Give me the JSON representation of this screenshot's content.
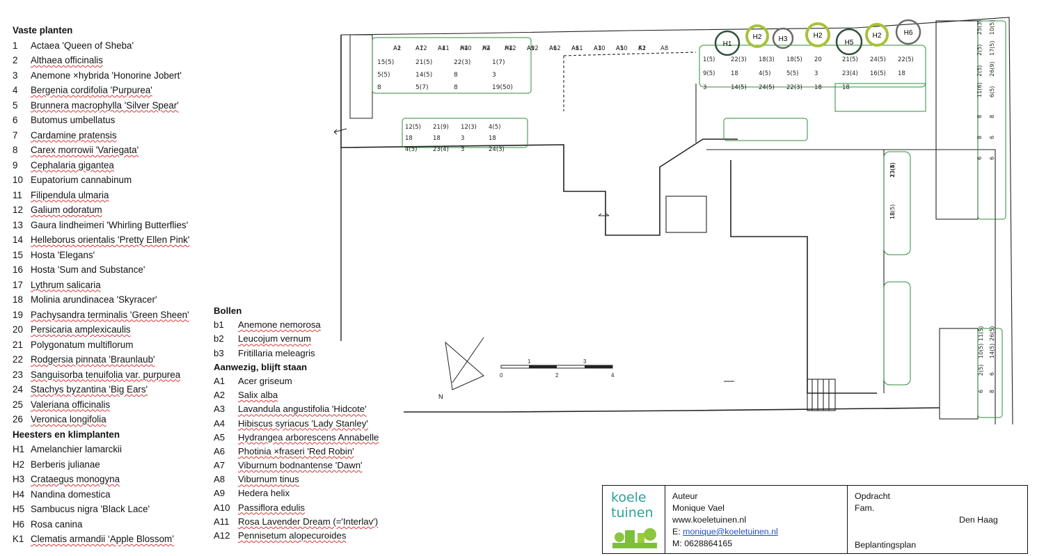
{
  "perennials": {
    "title": "Vaste planten",
    "items": [
      {
        "code": "1",
        "name": "Actaea 'Queen of Sheba'"
      },
      {
        "code": "2",
        "name": "Althaea officinalis"
      },
      {
        "code": "3",
        "name": "Anemone ×hybrida 'Honorine Jobert'"
      },
      {
        "code": "4",
        "name": "Bergenia cordifolia 'Purpurea'"
      },
      {
        "code": "5",
        "name": "Brunnera macrophylla 'Silver Spear'"
      },
      {
        "code": "6",
        "name": "Butomus umbellatus"
      },
      {
        "code": "7",
        "name": "Cardamine pratensis"
      },
      {
        "code": "8",
        "name": "Carex morrowii 'Variegata'"
      },
      {
        "code": "9",
        "name": "Cephalaria gigantea"
      },
      {
        "code": "10",
        "name": "Eupatorium cannabinum"
      },
      {
        "code": "11",
        "name": "Filipendula ulmaria"
      },
      {
        "code": "12",
        "name": "Galium odoratum"
      },
      {
        "code": "13",
        "name": "Gaura lindheimeri 'Whirling Butterflies'"
      },
      {
        "code": "14",
        "name": "Helleborus orientalis 'Pretty Ellen Pink'"
      },
      {
        "code": "15",
        "name": "Hosta 'Elegans'"
      },
      {
        "code": "16",
        "name": "Hosta 'Sum and Substance'"
      },
      {
        "code": "17",
        "name": "Lythrum salicaria"
      },
      {
        "code": "18",
        "name": "Molinia arundinacea 'Skyracer'"
      },
      {
        "code": "19",
        "name": "Pachysandra terminalis 'Green Sheen'"
      },
      {
        "code": "20",
        "name": "Persicaria amplexicaulis"
      },
      {
        "code": "21",
        "name": "Polygonatum multiflorum"
      },
      {
        "code": "22",
        "name": "Rodgersia pinnata 'Braunlaub'"
      },
      {
        "code": "23",
        "name": "Sanguisorba tenuifolia var. purpurea"
      },
      {
        "code": "24",
        "name": "Stachys byzantina 'Big Ears'"
      },
      {
        "code": "25",
        "name": "Valeriana officinalis"
      },
      {
        "code": "26",
        "name": "Veronica longifolia"
      }
    ]
  },
  "shrubs": {
    "title": "Heesters en klimplanten",
    "items": [
      {
        "code": "H1",
        "name": "Amelanchier lamarckii"
      },
      {
        "code": "H2",
        "name": "Berberis julianae"
      },
      {
        "code": "H3",
        "name": "Crataegus monogyna"
      },
      {
        "code": "H4",
        "name": "Nandina domestica"
      },
      {
        "code": "H5",
        "name": "Sambucus nigra 'Black Lace'"
      },
      {
        "code": "H6",
        "name": "Rosa canina"
      },
      {
        "code": "K1",
        "name": "Clematis armandii ‘Apple Blossom’"
      }
    ]
  },
  "bulbs": {
    "title": "Bollen",
    "items": [
      {
        "code": "b1",
        "name": "Anemone nemorosa"
      },
      {
        "code": "b2",
        "name": "Leucojum vernum"
      },
      {
        "code": "b3",
        "name": "Fritillaria meleagris"
      }
    ]
  },
  "existing": {
    "title": "Aanwezig, blijft staan",
    "items": [
      {
        "code": "A1",
        "name": "Acer griseum"
      },
      {
        "code": "A2",
        "name": "Salix alba"
      },
      {
        "code": "A3",
        "name": "Lavandula angustifolia 'Hidcote'"
      },
      {
        "code": "A4",
        "name": "Hibiscus syriacus 'Lady Stanley'"
      },
      {
        "code": "A5",
        "name": "Hydrangea arborescens Annabelle"
      },
      {
        "code": "A6",
        "name": "Photinia ×fraseri 'Red Robin'"
      },
      {
        "code": "A7",
        "name": "Viburnum bodnantense 'Dawn'"
      },
      {
        "code": "A8",
        "name": "Viburnum tinus"
      },
      {
        "code": "A9",
        "name": "Hedera helix"
      },
      {
        "code": "A10",
        "name": "Passiflora edulis"
      },
      {
        "code": "A11",
        "name": "Rosa Lavender Dream (='Interlav')"
      },
      {
        "code": "A12",
        "name": "Pennisetum alopecuroides"
      }
    ]
  },
  "plan": {
    "scale_labels": [
      "0",
      "1",
      "2",
      "3",
      "4"
    ],
    "north_label": "N",
    "shrub_labels": [
      "H1",
      "H2",
      "H3",
      "H2",
      "H5",
      "H2",
      "H6"
    ],
    "bed_labels": [
      "A1",
      "A7",
      "A4",
      "H4",
      "H4",
      "H4",
      "A9",
      "A6",
      "A6",
      "A3",
      "A5",
      "K1",
      "A8",
      "A2",
      "A12",
      "A11",
      "A10",
      "A2",
      "A12",
      "A12",
      "A12",
      "A11",
      "A10",
      "A10",
      "A2"
    ],
    "plant_labels_top_left": [
      "15(5)",
      "21(5)",
      "22(3)",
      "1(7)",
      "5(5)",
      "14(5)",
      "8",
      "3",
      "8",
      "5(7)",
      "8",
      "19(50)"
    ],
    "plant_labels_top_right": [
      "1(5)",
      "22(3)",
      "18(3)",
      "18(5)",
      "20",
      "21(5)",
      "24(5)",
      "22(5)",
      "9(5)",
      "18",
      "4(5)",
      "5(5)",
      "3",
      "23(4)",
      "16(5)",
      "18",
      "3",
      "14(5)",
      "24(5)",
      "22(3)",
      "18",
      "18"
    ],
    "plant_labels_mid": [
      "12(5)",
      "21(9)",
      "12(3)",
      "4(5)",
      "18",
      "18",
      "3",
      "18",
      "4(5)",
      "23(4)",
      "3",
      "24(3)"
    ],
    "plant_labels_right_strip": [
      "25(3)",
      "10(5)",
      "2(5)",
      "17(5)",
      "2(5)",
      "26(9)",
      "11(6)",
      "6(5)",
      "8",
      "8",
      "8",
      "6",
      "6",
      "6"
    ],
    "plant_labels_inner": [
      "23(4)",
      "13(5)",
      "23(3)",
      "13(5)",
      "18",
      "18"
    ],
    "plant_labels_bottom_right": [
      "11(5)",
      "26(5)",
      "10(5)",
      "14(5)",
      "2(5)",
      "6",
      "6",
      "8"
    ]
  },
  "titleblock": {
    "logo_line1": "koele",
    "logo_line2": "tuinen",
    "author_label": "Auteur",
    "author_name": "Monique Vael",
    "website": "www.koeletuinen.nl",
    "email_prefix": "E: ",
    "email": "monique@koeletuinen.nl",
    "phone": "M: 0628864165",
    "assignment_label": "Opdracht",
    "client": "Fam.",
    "city": "Den Haag",
    "plan_type": "Beplantingsplan"
  },
  "colors": {
    "bed_outline": "#2e8b3d",
    "shrub_yellow": "#a6c23a",
    "shrub_dark": "#2f4f3a",
    "logo_teal": "#2aa39a"
  }
}
